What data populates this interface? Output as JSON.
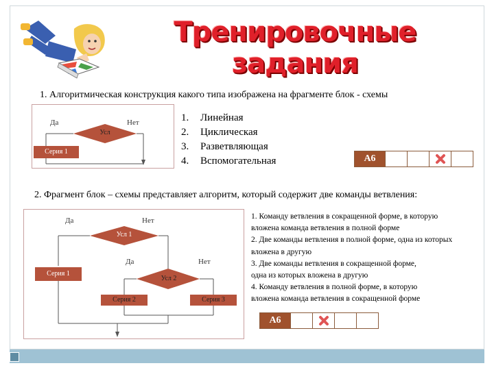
{
  "title": "Тренировочные задания",
  "question1": {
    "text": "1. Алгоритмическая конструкция какого типа изображена на фрагменте блок - схемы",
    "diagram": {
      "yes": "Да",
      "no": "Нет",
      "condition": "Усл",
      "series": "Серия 1"
    },
    "options": [
      {
        "num": "1.",
        "label": "Линейная"
      },
      {
        "num": "2.",
        "label": "Циклическая"
      },
      {
        "num": "3.",
        "label": "Разветвляющая"
      },
      {
        "num": "4.",
        "label": "Вспомогательная"
      }
    ],
    "answer_label": "А6"
  },
  "question2": {
    "text": "2. Фрагмент блок – схемы представляет алгоритм, который содержит две команды ветвления:",
    "diagram": {
      "yes1": "Да",
      "no1": "Нет",
      "condition1": "Усл 1",
      "yes2": "Да",
      "no2": "Нет",
      "condition2": "Усл 2",
      "series1": "Серия 1",
      "series2": "Серия 2",
      "series3": "Серия 3"
    },
    "options": [
      "1.    Команду ветвления в сокращенной форме, в которую",
      "вложена  команда ветвления в полной форме",
      "2.    Две команды ветвления в полной форме, одна из которых",
      "вложена  в другую",
      "3.    Две команды ветвления в сокращенной форме,",
      "одна из которых вложена в другую",
      "4.    Команду ветвления в полной форме, в которую",
      "вложена  команда ветвления в сокращенной форме"
    ],
    "answer_label": "А6"
  },
  "colors": {
    "title": "#e0202a",
    "diamond": "#b5523b",
    "answer_label_bg": "#a0522d",
    "wrong_mark": "#e05555"
  },
  "icons": {
    "illustration": "girl-reading-book",
    "wrong": "cross-icon"
  }
}
